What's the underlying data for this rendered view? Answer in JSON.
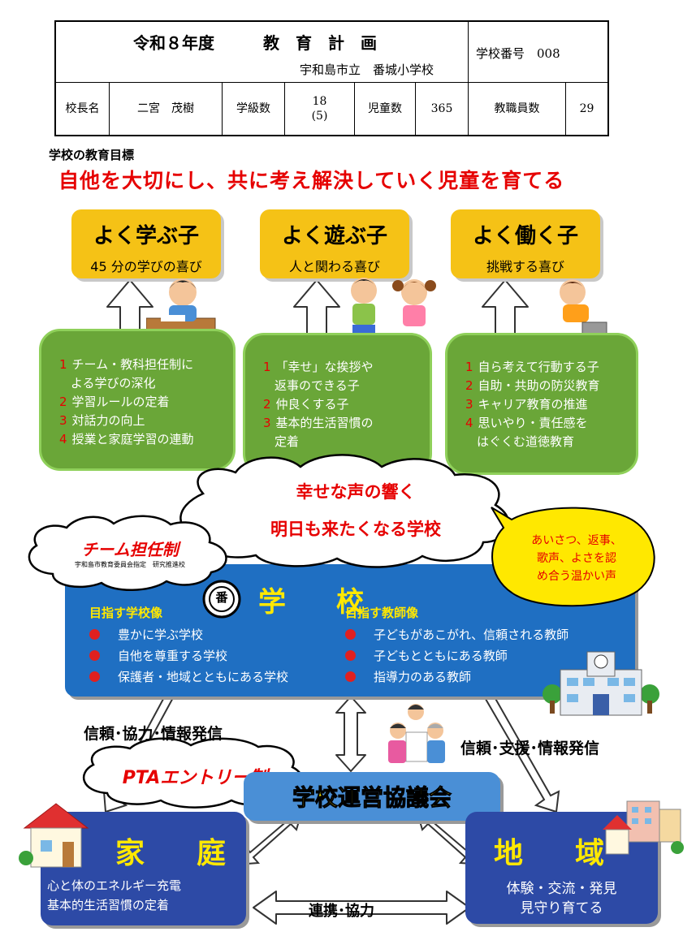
{
  "header": {
    "year_title": "令和８年度",
    "plan_title": "教　育　計　画",
    "school_name": "宇和島市立　番城小学校",
    "school_number": "学校番号　008",
    "principal_label": "校長名",
    "principal_name": "二宮　茂樹",
    "class_count_label": "学級数",
    "class_count": "18",
    "class_count_sub": "(5)",
    "student_count_label": "児童数",
    "student_count": "365",
    "staff_count_label": "教職員数",
    "staff_count": "29"
  },
  "goal": {
    "label": "学校の教育目標",
    "text": "自他を大切にし、共に考え解決していく児童を育てる"
  },
  "pillars": [
    {
      "title": "よく学ぶ子",
      "subtitle": "45 分の学びの喜び",
      "items": [
        {
          "n": "1",
          "text": "チーム・教科担任制に"
        },
        {
          "n": "",
          "text": "よる学びの深化"
        },
        {
          "n": "2",
          "text": "学習ルールの定着"
        },
        {
          "n": "3",
          "text": "対話力の向上"
        },
        {
          "n": "4",
          "text": "授業と家庭学習の連動"
        }
      ]
    },
    {
      "title": "よく遊ぶ子",
      "subtitle": "人と関わる喜び",
      "items": [
        {
          "n": "1",
          "text": "「幸せ」な挨拶や"
        },
        {
          "n": "",
          "text": "返事のできる子"
        },
        {
          "n": "2",
          "text": "仲良くする子"
        },
        {
          "n": "3",
          "text": "基本的生活習慣の"
        },
        {
          "n": "",
          "text": "定着"
        }
      ]
    },
    {
      "title": "よく働く子",
      "subtitle": "挑戦する喜び",
      "items": [
        {
          "n": "1",
          "text": "自ら考えて行動する子"
        },
        {
          "n": "2",
          "text": "自助・共助の防災教育"
        },
        {
          "n": "3",
          "text": "キャリア教育の推進"
        },
        {
          "n": "4",
          "text": "思いやり・責任感を"
        },
        {
          "n": "",
          "text": "はぐくむ道徳教育"
        }
      ]
    }
  ],
  "cloud_main": {
    "line1": "幸せな声の響く",
    "line2": "明日も来たくなる学校"
  },
  "cloud_team": {
    "title": "チーム担任制",
    "note": "宇和島市教育委員会指定　研究推進校"
  },
  "bubble": {
    "line1": "あいさつ、返事、",
    "line2": "歌声、よさを認",
    "line3": "め合う温かい声"
  },
  "school": {
    "title": "学　校",
    "emblem": "番",
    "left_title": "目指す学校像",
    "left_items": [
      "豊かに学ぶ学校",
      "自他を尊重する学校",
      "保護者・地域とともにある学校"
    ],
    "right_title": "目指す教師像",
    "right_items": [
      "子どもがあこがれ、信頼される教師",
      "子どもとともにある教師",
      "指導力のある教師"
    ]
  },
  "links": {
    "left": "信頼･協力･情報発信",
    "right": "信頼･支援･情報発信",
    "bottom": "連携･協力"
  },
  "cloud_pta": {
    "title": "PTAエントリー制"
  },
  "council": {
    "title": "学校運営協議会"
  },
  "home": {
    "title": "家　庭",
    "line1": "心と体のエネルギー充電",
    "line2": "基本的生活習慣の定着"
  },
  "community": {
    "title": "地　域",
    "line1": "体験・交流・発見",
    "line2": "見守り育てる"
  },
  "colors": {
    "accent_red": "#e60000",
    "yellow": "#f5c216",
    "green": "#6aa638",
    "school_blue": "#1f6fc2",
    "navy": "#2d4aa6"
  }
}
